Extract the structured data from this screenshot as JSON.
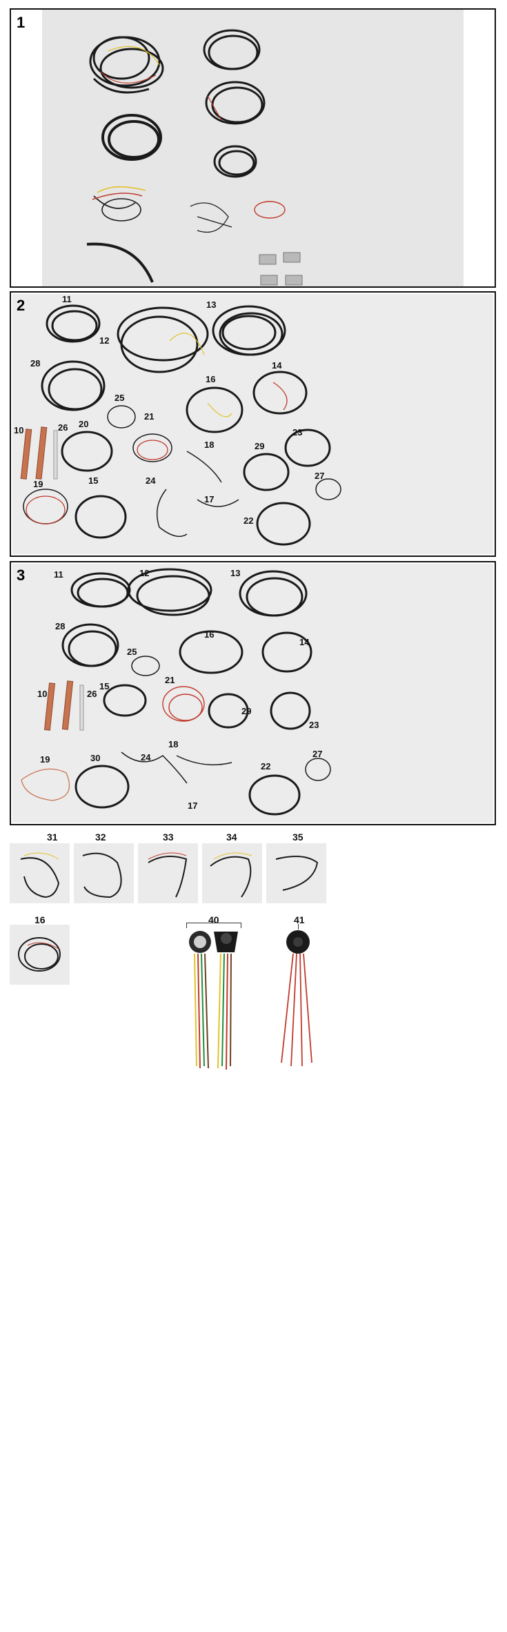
{
  "panels": [
    {
      "number": "1"
    },
    {
      "number": "2",
      "labels": [
        "11",
        "12",
        "13",
        "28",
        "14",
        "16",
        "25",
        "10",
        "26",
        "20",
        "21",
        "23",
        "18",
        "29",
        "27",
        "19",
        "15",
        "24",
        "17",
        "22"
      ]
    },
    {
      "number": "3",
      "labels": [
        "11",
        "12",
        "13",
        "28",
        "16",
        "14",
        "25",
        "10",
        "26",
        "15",
        "21",
        "29",
        "23",
        "18",
        "19",
        "30",
        "24",
        "27",
        "22",
        "17"
      ]
    }
  ],
  "thumbnails": {
    "row1": [
      "31",
      "32",
      "33",
      "34",
      "35"
    ],
    "row2_left": "16",
    "connector_pair": "40",
    "connector_single": "41"
  },
  "colors": {
    "cable": "#1a1a1a",
    "wire_red": "#c0392b",
    "wire_yellow": "#e2c229",
    "wire_white": "#dddddd",
    "copper": "#c8734f"
  }
}
